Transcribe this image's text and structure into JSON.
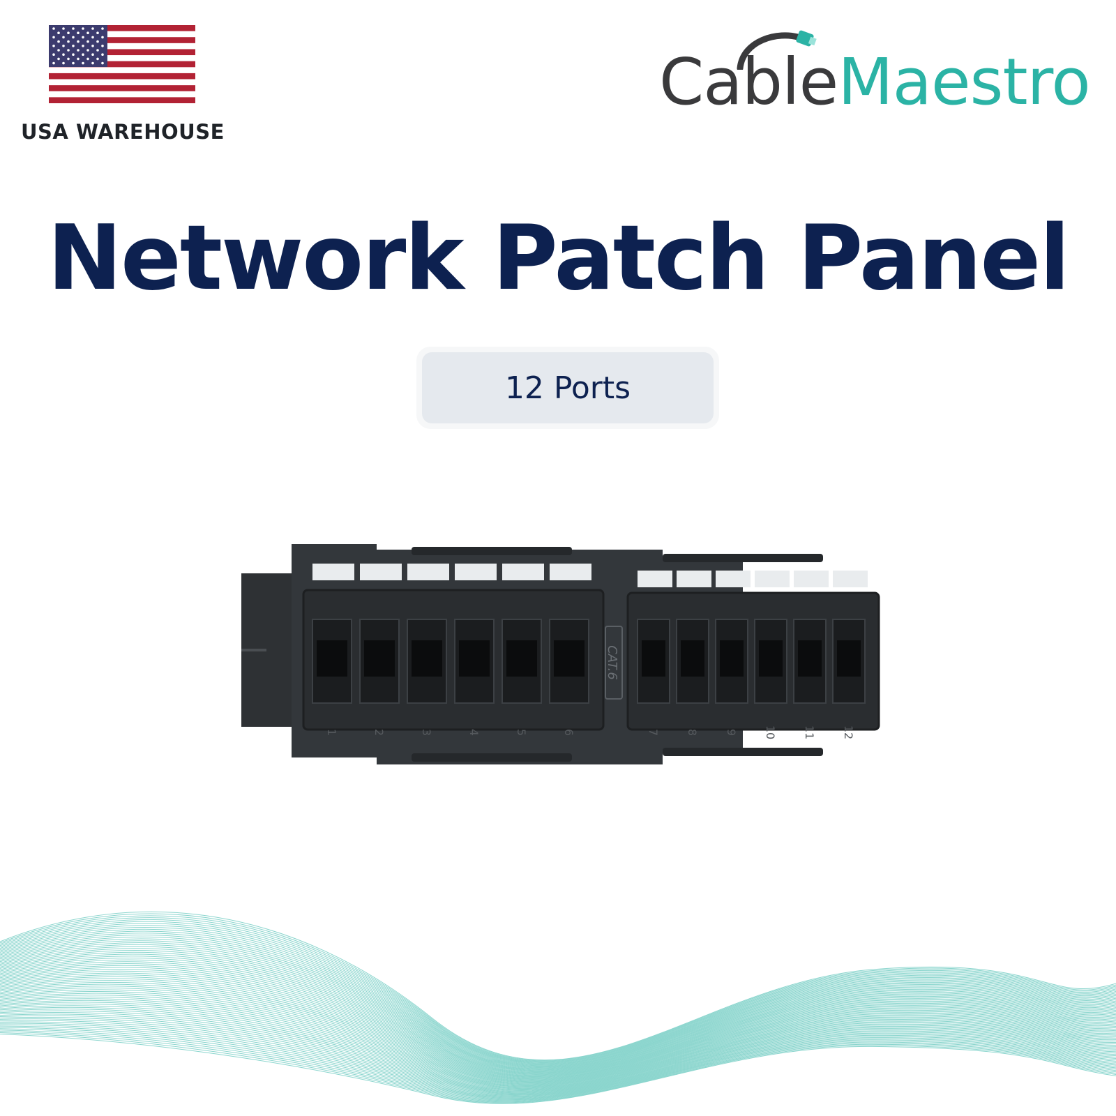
{
  "header": {
    "warehouse_label": "USA WAREHOUSE",
    "flag_icon": "us-flag-icon"
  },
  "brand": {
    "part1": "Cable",
    "part2": "Maestro",
    "color_dark": "#3a3a3c",
    "color_teal": "#2bb3a5"
  },
  "main": {
    "title": "Network Patch Panel",
    "badge": "12 Ports",
    "title_color": "#0d2150"
  },
  "product": {
    "cat_label": "CAT.6",
    "port_numbers": [
      "1",
      "2",
      "3",
      "4",
      "5",
      "6",
      "7",
      "8",
      "9",
      "10",
      "11",
      "12"
    ]
  }
}
